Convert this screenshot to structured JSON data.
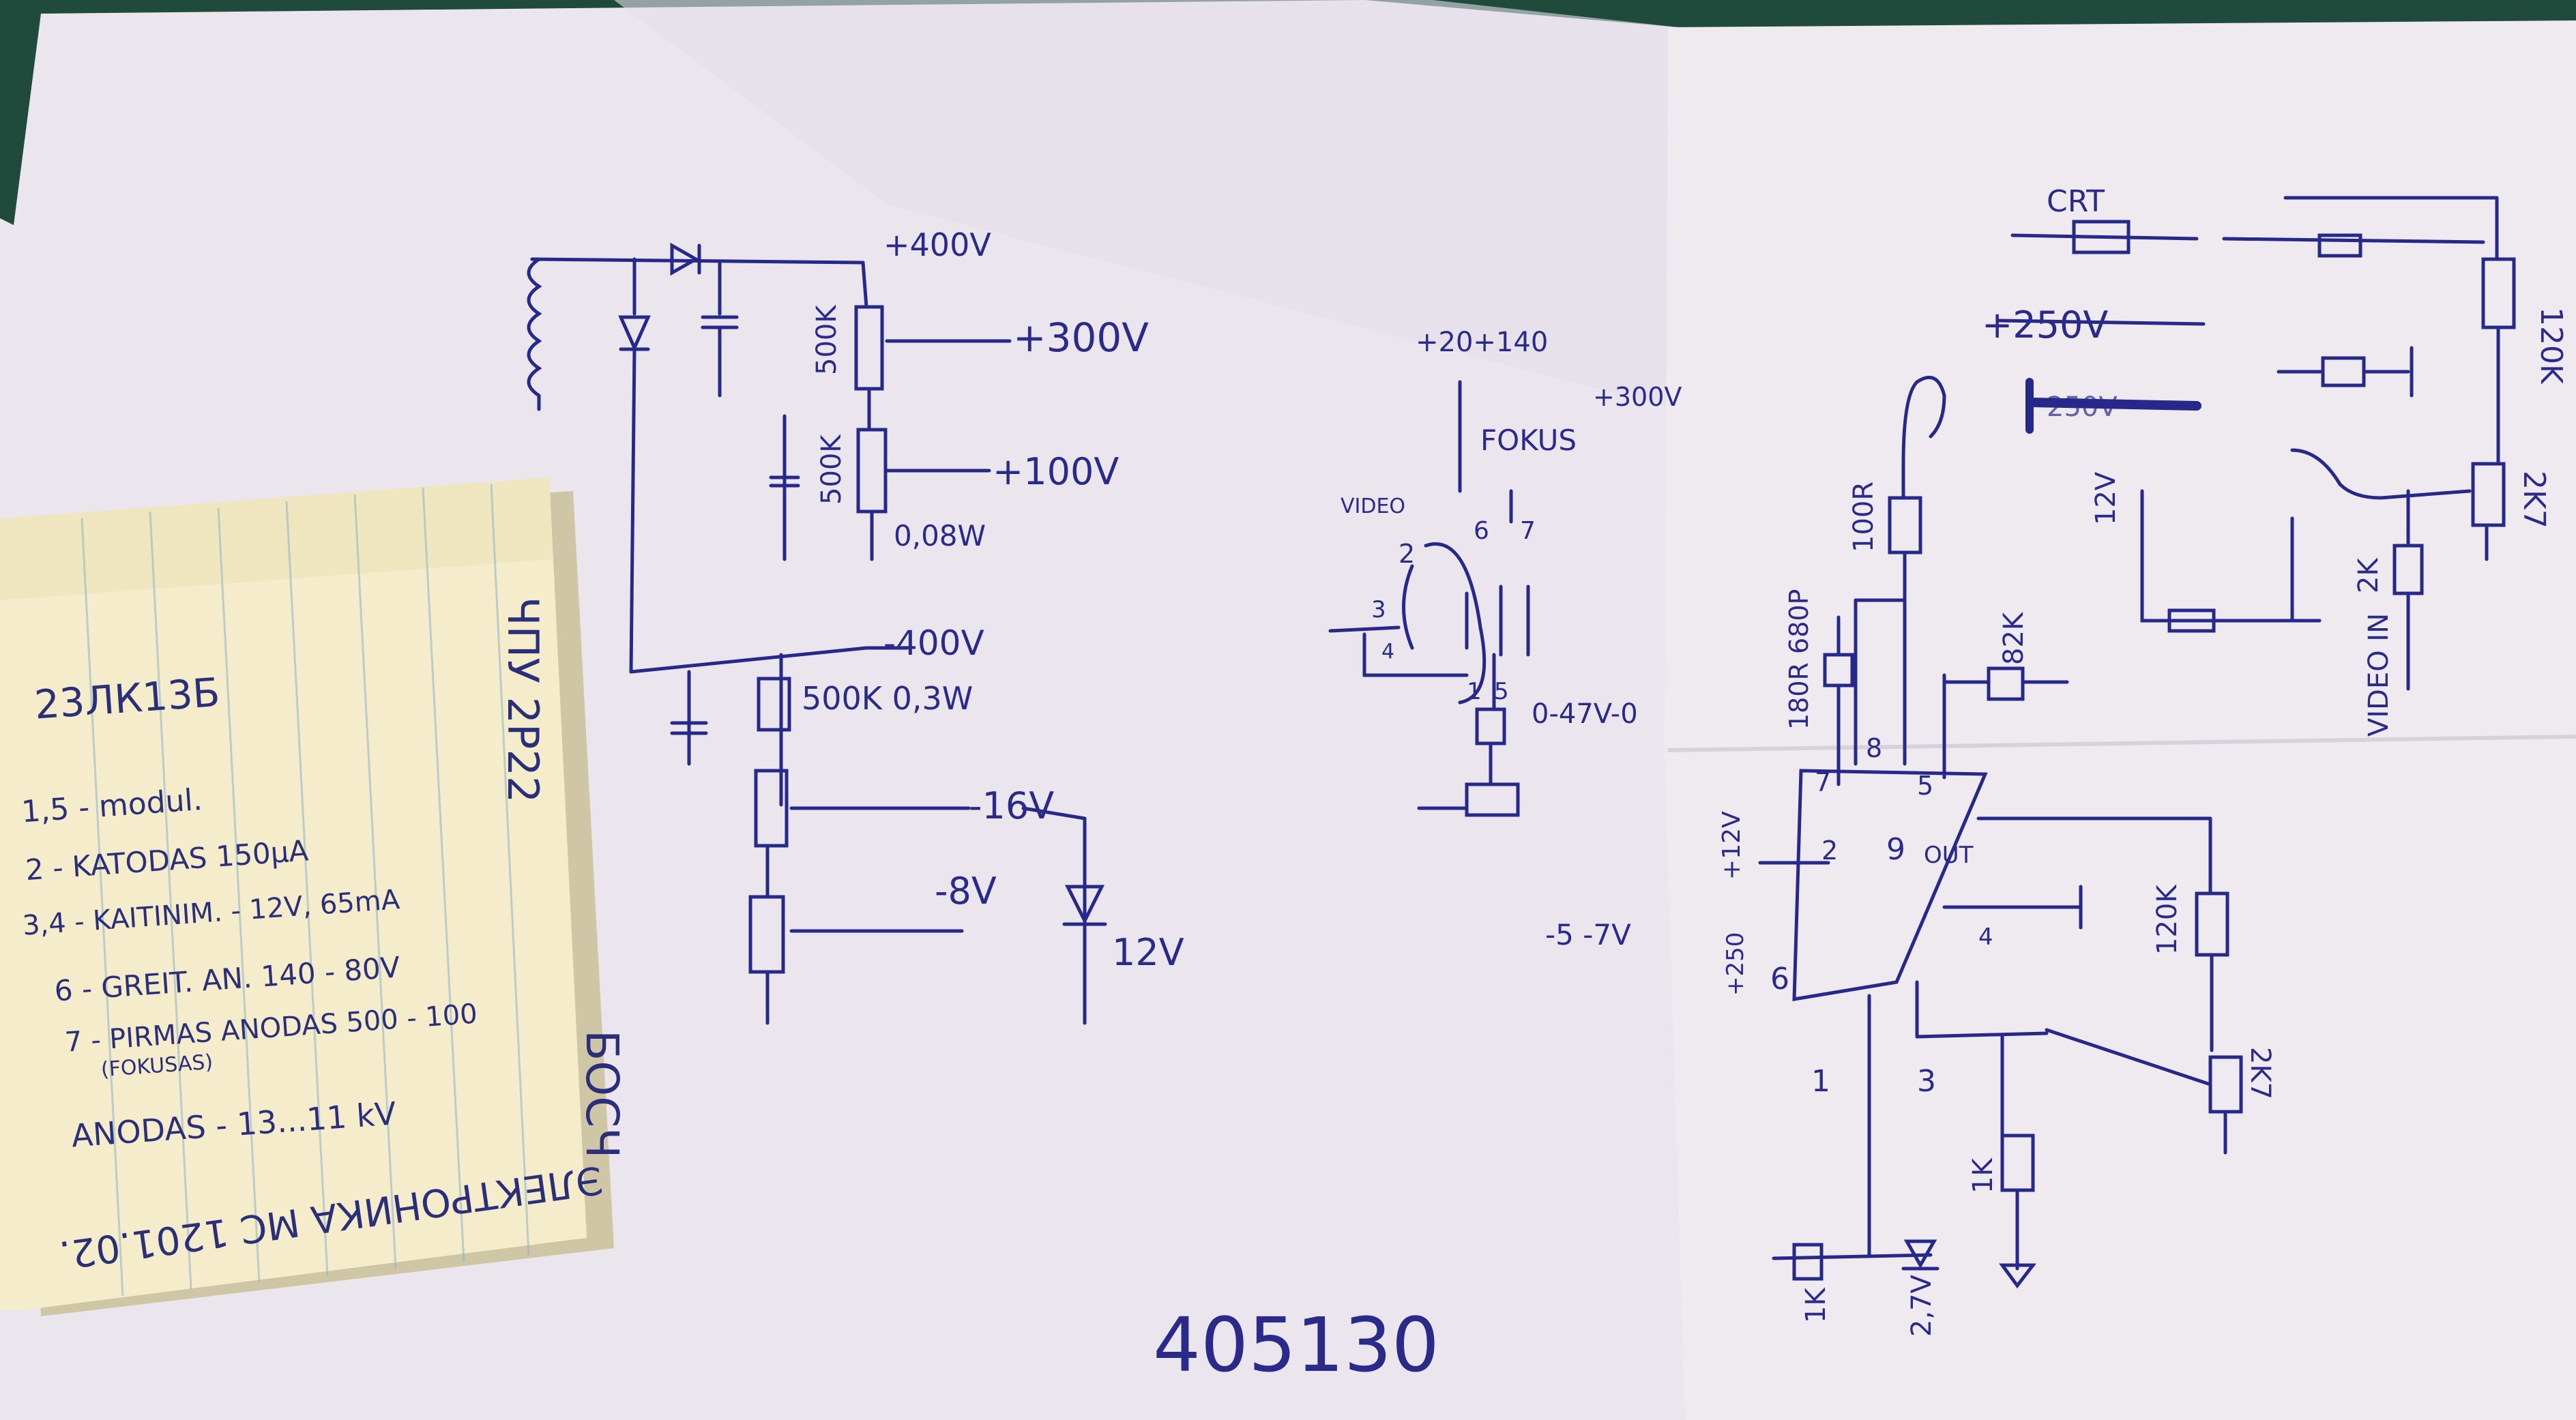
{
  "left_sheet": {
    "labels": {
      "v400p": "+400V",
      "v300p": "+300V",
      "v100p": "+100V",
      "r500k_a": "500K",
      "r500k_b": "500K",
      "w008": "0,08W",
      "v400m": "-400V",
      "r500k_03w": "500K 0,3W",
      "v16m": "-16V",
      "v8m": "-8V",
      "v12": "12V",
      "stamp": "405130"
    }
  },
  "middle": {
    "labels": {
      "v20_140": "+20+140",
      "v300p": "+300V",
      "fokus": "FOKUS",
      "video": "VIDEO",
      "pin2": "2",
      "pin3": "3",
      "pin4": "4",
      "pin5": "5",
      "pin6": "6",
      "pin7": "7",
      "pin1": "1",
      "range": "0-47V-0",
      "v57": "-5 -7V"
    }
  },
  "right_sheet": {
    "labels": {
      "crt": "CRT",
      "v250": "+250V",
      "v250_crossed": "250V",
      "r120k_top": "120K",
      "r2k7_top": "2K7",
      "r2k": "2K",
      "video_in": "VIDEO IN",
      "v12_side": "12V",
      "r100r": "100R",
      "r180_680": "180R 680P",
      "r82k": "82K",
      "p12v": "+12V",
      "out": "OUT",
      "p250": "+250",
      "r120k_mid": "120K",
      "r2k7_mid": "2K7",
      "r1k_a": "1K",
      "r1k_b": "1K",
      "r27v": "2,7V",
      "ic_p8": "8",
      "ic_p7": "7",
      "ic_p5": "5",
      "ic_p2": "2",
      "ic_p9": "9",
      "ic_p4": "4",
      "ic_p6": "6",
      "ic_p1": "1",
      "ic_p3": "3"
    }
  },
  "note": {
    "lines": [
      "23ЛК13Б",
      "1,5 - modul.",
      "2 - KATODAS   150µA",
      "3,4 - KAITINIM.  - 12V, 65mA",
      "6 - GREIT. AN.   140 - 80V",
      "7 - PIRMAS ANODAS   500 - 100",
      "(FOKUSAS)",
      "ANODAS - 13...11 kV"
    ],
    "side_text": "ЧПУ 2Р22",
    "side_text2": "БОСЧ",
    "bottom_text": "ЭЛЕКТРОНИКА МС 1201.02."
  }
}
